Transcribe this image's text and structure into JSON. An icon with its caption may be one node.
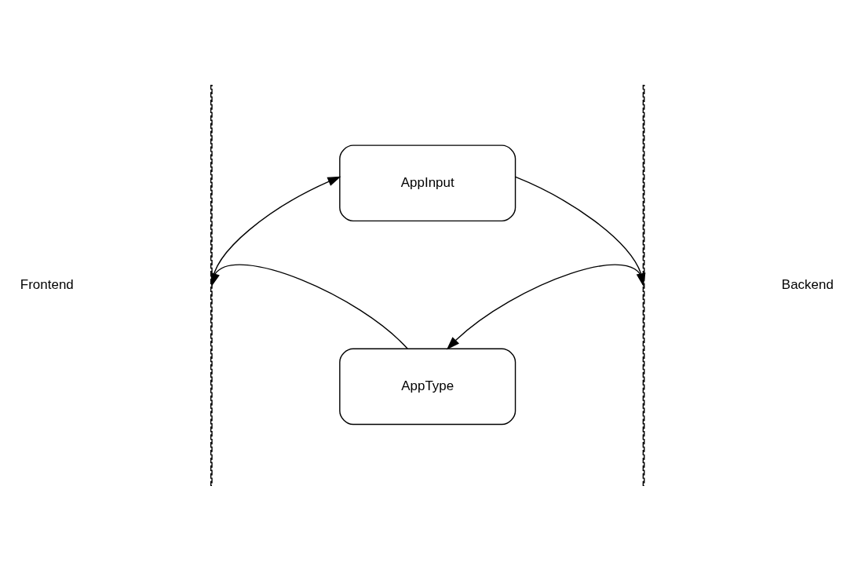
{
  "diagram": {
    "nodes": [
      {
        "text": [],
        "shape": "line"
      },
      {
        "text": [
          "AppInput"
        ]
      },
      {
        "text": [
          "AppType"
        ]
      },
      {
        "text": [],
        "shape": "line"
      }
    ],
    "edges": [
      {
        "from": 0,
        "to": 1,
        "arrow": "to"
      },
      {
        "from": 1,
        "to": 3,
        "arrow": "to"
      },
      {
        "from": 3,
        "to": 2,
        "arrow": "to"
      },
      {
        "from": 2,
        "to": 0,
        "arrow": "to"
      }
    ],
    "labels": [
      "Frontend",
      "Backend"
    ]
  }
}
